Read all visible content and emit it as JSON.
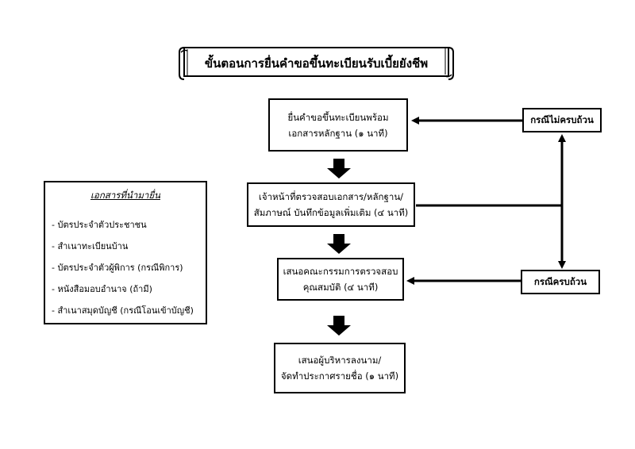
{
  "title": "ขั้นตอนการยื่นคำขอขึ้นทะเบียนรับเบี้ยยังชีพ",
  "steps": [
    {
      "lines": [
        "ยื่นคำขอขึ้นทะเบียนพร้อม",
        "เอกสารหลักฐาน (๑ นาที)"
      ]
    },
    {
      "lines": [
        "เจ้าหน้าที่ตรวจสอบเอกสาร/หลักฐาน/",
        "สัมภาษณ์ บันทึกข้อมูลเพิ่มเติม (๔ นาที)"
      ]
    },
    {
      "lines": [
        "เสนอคณะกรรมการตรวจสอบ",
        "คุณสมบัติ (๔ นาที)"
      ]
    },
    {
      "lines": [
        "เสนอผู้บริหารลงนาม/",
        "จัดทำประกาศรายชื่อ (๑ นาที)"
      ]
    }
  ],
  "side_boxes": {
    "incomplete": "กรณีไม่ครบถ้วน",
    "complete": "กรณีครบถ้วน"
  },
  "documents": {
    "heading": "เอกสารที่นำมายื่น",
    "items": [
      "- บัตรประจำตัวประชาชน",
      "- สำเนาทะเบียนบ้าน",
      "- บัตรประจำตัวผู้พิการ (กรณีพิการ)",
      "- หนังสือมอบอำนาจ (ถ้ามี)",
      "- สำเนาสมุดบัญชี (กรณีโอนเข้าบัญชี)"
    ]
  }
}
